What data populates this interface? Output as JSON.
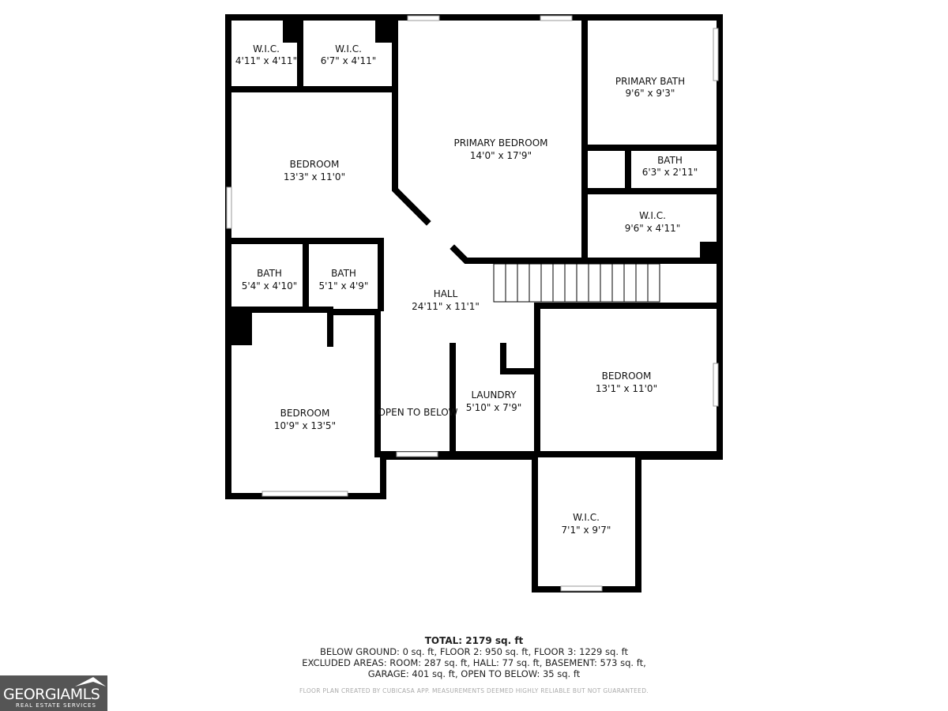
{
  "rooms": [
    {
      "name": "W.I.C.",
      "dims": "4'11\" x 4'11\""
    },
    {
      "name": "W.I.C.",
      "dims": "6'7\" x 4'11\""
    },
    {
      "name": "PRIMARY BEDROOM",
      "dims": "14'0\" x 17'9\""
    },
    {
      "name": "PRIMARY BATH",
      "dims": "9'6\" x 9'3\""
    },
    {
      "name": "BATH",
      "dims": "6'3\" x 2'11\""
    },
    {
      "name": "W.I.C.",
      "dims": "9'6\" x 4'11\""
    },
    {
      "name": "BEDROOM",
      "dims": "13'3\" x 11'0\""
    },
    {
      "name": "BATH",
      "dims": "5'4\" x 4'10\""
    },
    {
      "name": "BATH",
      "dims": "5'1\" x 4'9\""
    },
    {
      "name": "HALL",
      "dims": "24'11\" x 11'1\""
    },
    {
      "name": "BEDROOM",
      "dims": "10'9\" x 13'5\""
    },
    {
      "name": "OPEN TO BELOW",
      "dims": ""
    },
    {
      "name": "LAUNDRY",
      "dims": "5'10\" x 7'9\""
    },
    {
      "name": "BEDROOM",
      "dims": "13'1\" x 11'0\""
    },
    {
      "name": "W.I.C.",
      "dims": "7'1\" x 9'7\""
    }
  ],
  "summary": {
    "total": "TOTAL: 2179 sq. ft",
    "line1": "BELOW GROUND: 0 sq. ft, FLOOR 2: 950 sq. ft, FLOOR 3: 1229 sq. ft",
    "line2": "EXCLUDED AREAS: ROOM: 287 sq. ft, HALL: 77 sq. ft, BASEMENT: 573 sq. ft,",
    "line3": "GARAGE: 401 sq. ft, OPEN TO BELOW: 35 sq. ft"
  },
  "disclaimer": "FLOOR PLAN CREATED BY CUBICASA APP. MEASUREMENTS DEEMED HIGHLY RELIABLE BUT NOT GUARANTEED.",
  "logo": {
    "main": "GEORGIAMLS",
    "sub": "REAL ESTATE SERVICES"
  }
}
